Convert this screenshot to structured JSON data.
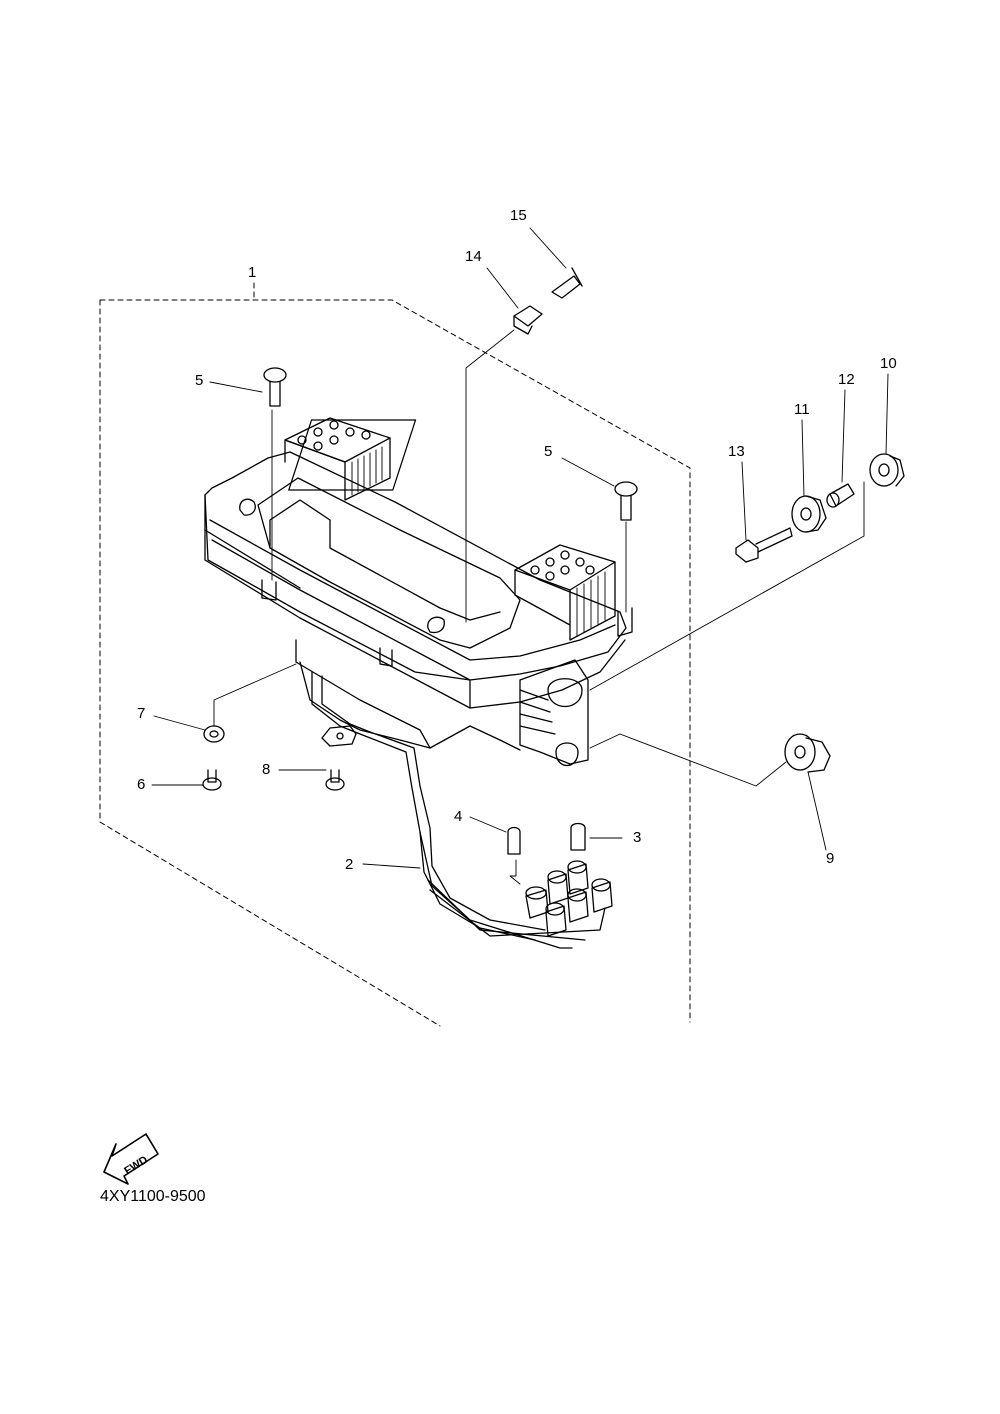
{
  "callouts": [
    {
      "id": "1",
      "text": "1"
    },
    {
      "id": "2",
      "text": "2"
    },
    {
      "id": "3",
      "text": "3"
    },
    {
      "id": "4",
      "text": "4"
    },
    {
      "id": "5a",
      "text": "5"
    },
    {
      "id": "5b",
      "text": "5"
    },
    {
      "id": "6",
      "text": "6"
    },
    {
      "id": "7",
      "text": "7"
    },
    {
      "id": "8",
      "text": "8"
    },
    {
      "id": "9",
      "text": "9"
    },
    {
      "id": "10",
      "text": "10"
    },
    {
      "id": "11",
      "text": "11"
    },
    {
      "id": "12",
      "text": "12"
    },
    {
      "id": "13",
      "text": "13"
    },
    {
      "id": "14",
      "text": "14"
    },
    {
      "id": "15",
      "text": "15"
    }
  ],
  "fwd_label": "FWD",
  "drawing_code": "4XY1100-9500"
}
